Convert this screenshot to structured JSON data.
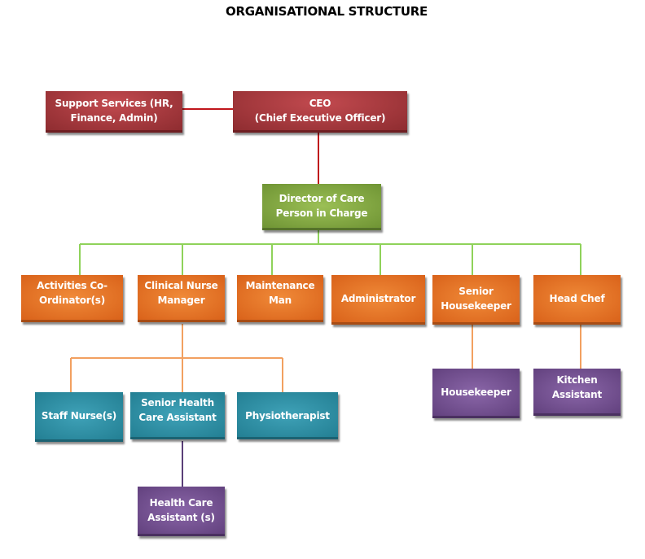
{
  "title": "ORGANISATIONAL STRUCTURE",
  "colors": {
    "executive": "#9b3237",
    "director": "#7ea03f",
    "manager": "#e46f24",
    "clinical": "#2b8ea3",
    "staff": "#6f4e8e"
  },
  "nodes": {
    "support": "Support Services (HR,\nFinance, Admin)",
    "ceo": "CEO\n(Chief Executive Officer)",
    "director": "Director of Care\nPerson in Charge",
    "activities": "Activities    Co-\nOrdinator(s)",
    "cnm": "Clinical Nurse\nManager",
    "maintenance": "Maintenance\nMan",
    "administrator": "Administrator",
    "senior_housekeeper": "Senior\nHousekeeper",
    "head_chef": "Head Chef",
    "staff_nurse": "Staff Nurse(s)",
    "shca": "Senior Health\nCare Assistant",
    "physio": "Physiotherapist",
    "hca": "Health Care\nAssistant (s)",
    "housekeeper": "Housekeeper",
    "kitchen": "Kitchen\nAssistant"
  }
}
